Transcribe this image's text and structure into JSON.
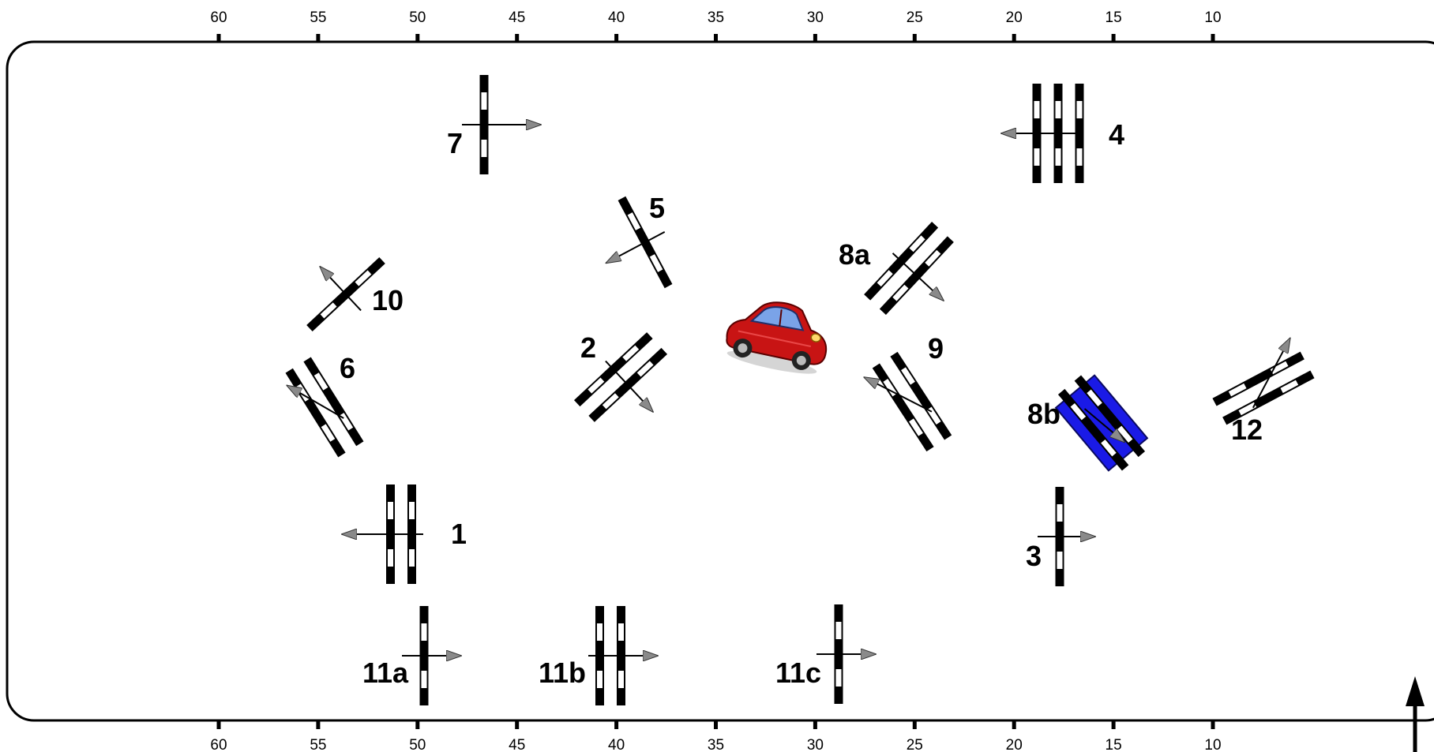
{
  "scale": {
    "top_ticks": [
      "60",
      "55",
      "50",
      "45",
      "40",
      "35",
      "30",
      "25",
      "20",
      "15",
      "10"
    ],
    "bottom_ticks": [
      "60",
      "55",
      "50",
      "45",
      "40",
      "35",
      "30",
      "25",
      "20",
      "15",
      "10"
    ]
  },
  "targets": [
    {
      "id": "t7",
      "label": "7",
      "bars": 1,
      "highlighted": false
    },
    {
      "id": "t4",
      "label": "4",
      "bars": 3,
      "highlighted": false
    },
    {
      "id": "t5",
      "label": "5",
      "bars": 1,
      "highlighted": false
    },
    {
      "id": "t8a",
      "label": "8a",
      "bars": 2,
      "highlighted": false
    },
    {
      "id": "t10",
      "label": "10",
      "bars": 1,
      "highlighted": false
    },
    {
      "id": "t2",
      "label": "2",
      "bars": 2,
      "highlighted": false
    },
    {
      "id": "t9",
      "label": "9",
      "bars": 2,
      "highlighted": false
    },
    {
      "id": "t6",
      "label": "6",
      "bars": 2,
      "highlighted": false
    },
    {
      "id": "t8b",
      "label": "8b",
      "bars": 2,
      "highlighted": true
    },
    {
      "id": "t12",
      "label": "12",
      "bars": 2,
      "highlighted": false
    },
    {
      "id": "t1",
      "label": "1",
      "bars": 2,
      "highlighted": false
    },
    {
      "id": "t3",
      "label": "3",
      "bars": 1,
      "highlighted": false
    },
    {
      "id": "t11a",
      "label": "11a",
      "bars": 1,
      "highlighted": false
    },
    {
      "id": "t11b",
      "label": "11b",
      "bars": 2,
      "highlighted": false
    },
    {
      "id": "t11c",
      "label": "11c",
      "bars": 1,
      "highlighted": false
    }
  ],
  "vehicle": {
    "icon": "red-car-icon"
  },
  "colors": {
    "highlight": "#1a1ae6",
    "arrow": "#808080",
    "car": "#cc1111",
    "line": "#000000"
  },
  "north_arrow": {
    "icon": "north-arrow-icon"
  }
}
